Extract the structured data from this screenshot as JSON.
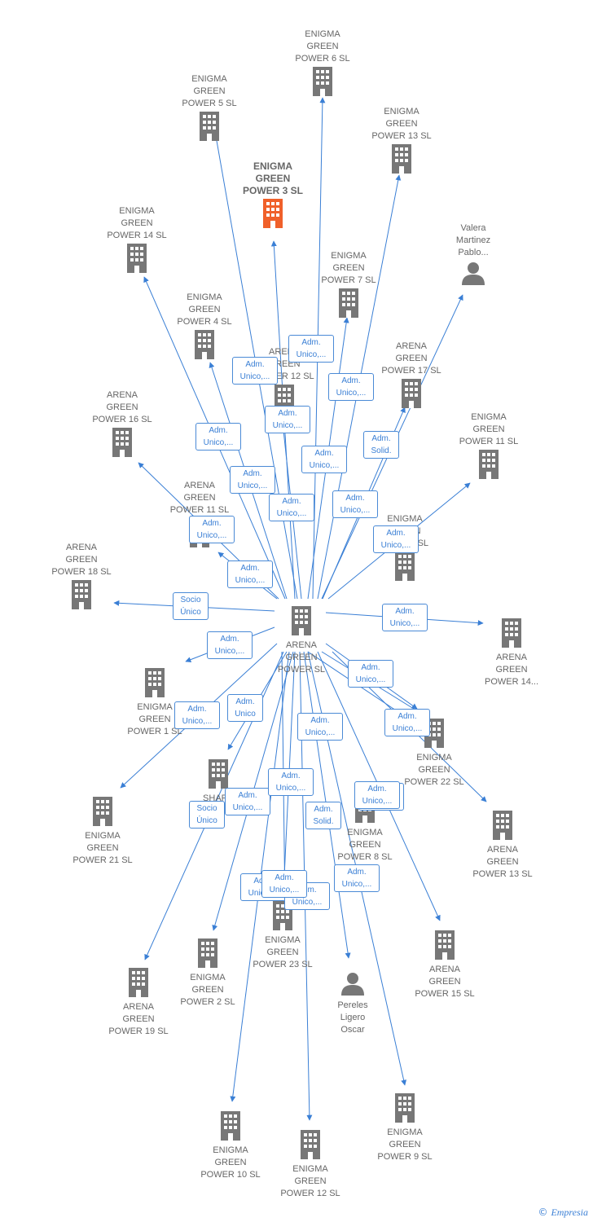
{
  "center": "ARENA\nGREEN\nPOWER  SL",
  "nodes": [
    {
      "id": "n_ep6",
      "label": "ENIGMA\nGREEN\nPOWER 6  SL",
      "type": "company"
    },
    {
      "id": "n_ep5",
      "label": "ENIGMA\nGREEN\nPOWER 5  SL",
      "type": "company"
    },
    {
      "id": "n_ep13",
      "label": "ENIGMA\nGREEN\nPOWER 13  SL",
      "type": "company"
    },
    {
      "id": "n_ep3",
      "label": "ENIGMA\nGREEN\nPOWER 3  SL",
      "type": "company",
      "highlight": true
    },
    {
      "id": "n_ep14",
      "label": "ENIGMA\nGREEN\nPOWER 14  SL",
      "type": "company"
    },
    {
      "id": "n_valera",
      "label": "Valera\nMartinez\nPablo...",
      "type": "person"
    },
    {
      "id": "n_ep7",
      "label": "ENIGMA\nGREEN\nPOWER 7  SL",
      "type": "company"
    },
    {
      "id": "n_ep4",
      "label": "ENIGMA\nGREEN\nPOWER 4  SL",
      "type": "company"
    },
    {
      "id": "n_ap12",
      "label": "ARENA\nGREEN\nPOWER 12  SL",
      "type": "company"
    },
    {
      "id": "n_ap17",
      "label": "ARENA\nGREEN\nPOWER 17  SL",
      "type": "company"
    },
    {
      "id": "n_ap16",
      "label": "ARENA\nGREEN\nPOWER 16  SL",
      "type": "company"
    },
    {
      "id": "n_ep11",
      "label": "ENIGMA\nGREEN\nPOWER 11  SL",
      "type": "company"
    },
    {
      "id": "n_ap11",
      "label": "ARENA\nGREEN\nPOWER 11  SL",
      "type": "company"
    },
    {
      "id": "n_egp",
      "label": "ENIGMA\nGREEN\nPOWER  SL",
      "type": "company"
    },
    {
      "id": "n_ap18",
      "label": "ARENA\nGREEN\nPOWER 18  SL",
      "type": "company"
    },
    {
      "id": "n_ap14",
      "label": "ARENA\nGREEN\nPOWER 14...",
      "type": "company"
    },
    {
      "id": "n_ep1",
      "label": "ENIGMA\nGREEN\nPOWER 1  SL",
      "type": "company"
    },
    {
      "id": "n_ep22",
      "label": "ENIGMA\nGREEN\nPOWER 22  SL",
      "type": "company"
    },
    {
      "id": "n_shar",
      "label": "SHARP\nSOLAR\nSL",
      "type": "company"
    },
    {
      "id": "n_ep21",
      "label": "ENIGMA\nGREEN\nPOWER 21  SL",
      "type": "company"
    },
    {
      "id": "n_ep8",
      "label": "ENIGMA\nGREEN\nPOWER 8  SL",
      "type": "company"
    },
    {
      "id": "n_ap13",
      "label": "ARENA\nGREEN\nPOWER 13  SL",
      "type": "company"
    },
    {
      "id": "n_ep23",
      "label": "ENIGMA\nGREEN\nPOWER 23  SL",
      "type": "company"
    },
    {
      "id": "n_ap15",
      "label": "ARENA\nGREEN\nPOWER 15  SL",
      "type": "company"
    },
    {
      "id": "n_ep2",
      "label": "ENIGMA\nGREEN\nPOWER 2  SL",
      "type": "company"
    },
    {
      "id": "n_ap19",
      "label": "ARENA\nGREEN\nPOWER 19  SL",
      "type": "company"
    },
    {
      "id": "n_pereles",
      "label": "Pereles\nLigero\nOscar",
      "type": "person"
    },
    {
      "id": "n_ep10",
      "label": "ENIGMA\nGREEN\nPOWER 10  SL",
      "type": "company"
    },
    {
      "id": "n_ep12",
      "label": "ENIGMA\nGREEN\nPOWER 12  SL",
      "type": "company"
    },
    {
      "id": "n_ep9",
      "label": "ENIGMA\nGREEN\nPOWER 9  SL",
      "type": "company"
    }
  ],
  "edge_labels": [
    "Adm.\nUnico,...",
    "Adm.\nUnico,...",
    "Adm.\nUnico,...",
    "Adm.\nUnico,...",
    "Adm.\nUnico,...",
    "Adm.\nSolid.",
    "Adm.\nUnico,...",
    "Adm.\nUnico,...",
    "Adm.\nUnico,...",
    "Adm.\nUnico,...",
    "Adm.\nUnico,...",
    "Adm.\nUnico,...",
    "Adm.\nUnico,...",
    "Socio\nÚnico",
    "Adm.\nUnico,...",
    "Adm.\nUnico,...",
    "Adm.\nUnico,...",
    "Adm.\nUnico,...",
    "Adm.\nUnico,...",
    "Adm.\nUnico,...",
    "Adm.\nUnico",
    "Adm.\nUnico,...",
    "Adm.\nUnico,...",
    "Socio\nÚnico",
    "Adm.\nUnico,...",
    "Adm.\nUnico,...",
    "Adm.\nSolid.",
    "Adm.\nUnico,...",
    "Adm.\nUnico,...",
    "Adm.\nUnico,...",
    "Adm.\nUnico,..."
  ],
  "colors": {
    "company": "#777777",
    "highlight": "#f0602a",
    "person": "#777777",
    "edge": "#3a7fd5"
  },
  "credit": {
    "symbol": "©",
    "brand": "Empresia"
  }
}
